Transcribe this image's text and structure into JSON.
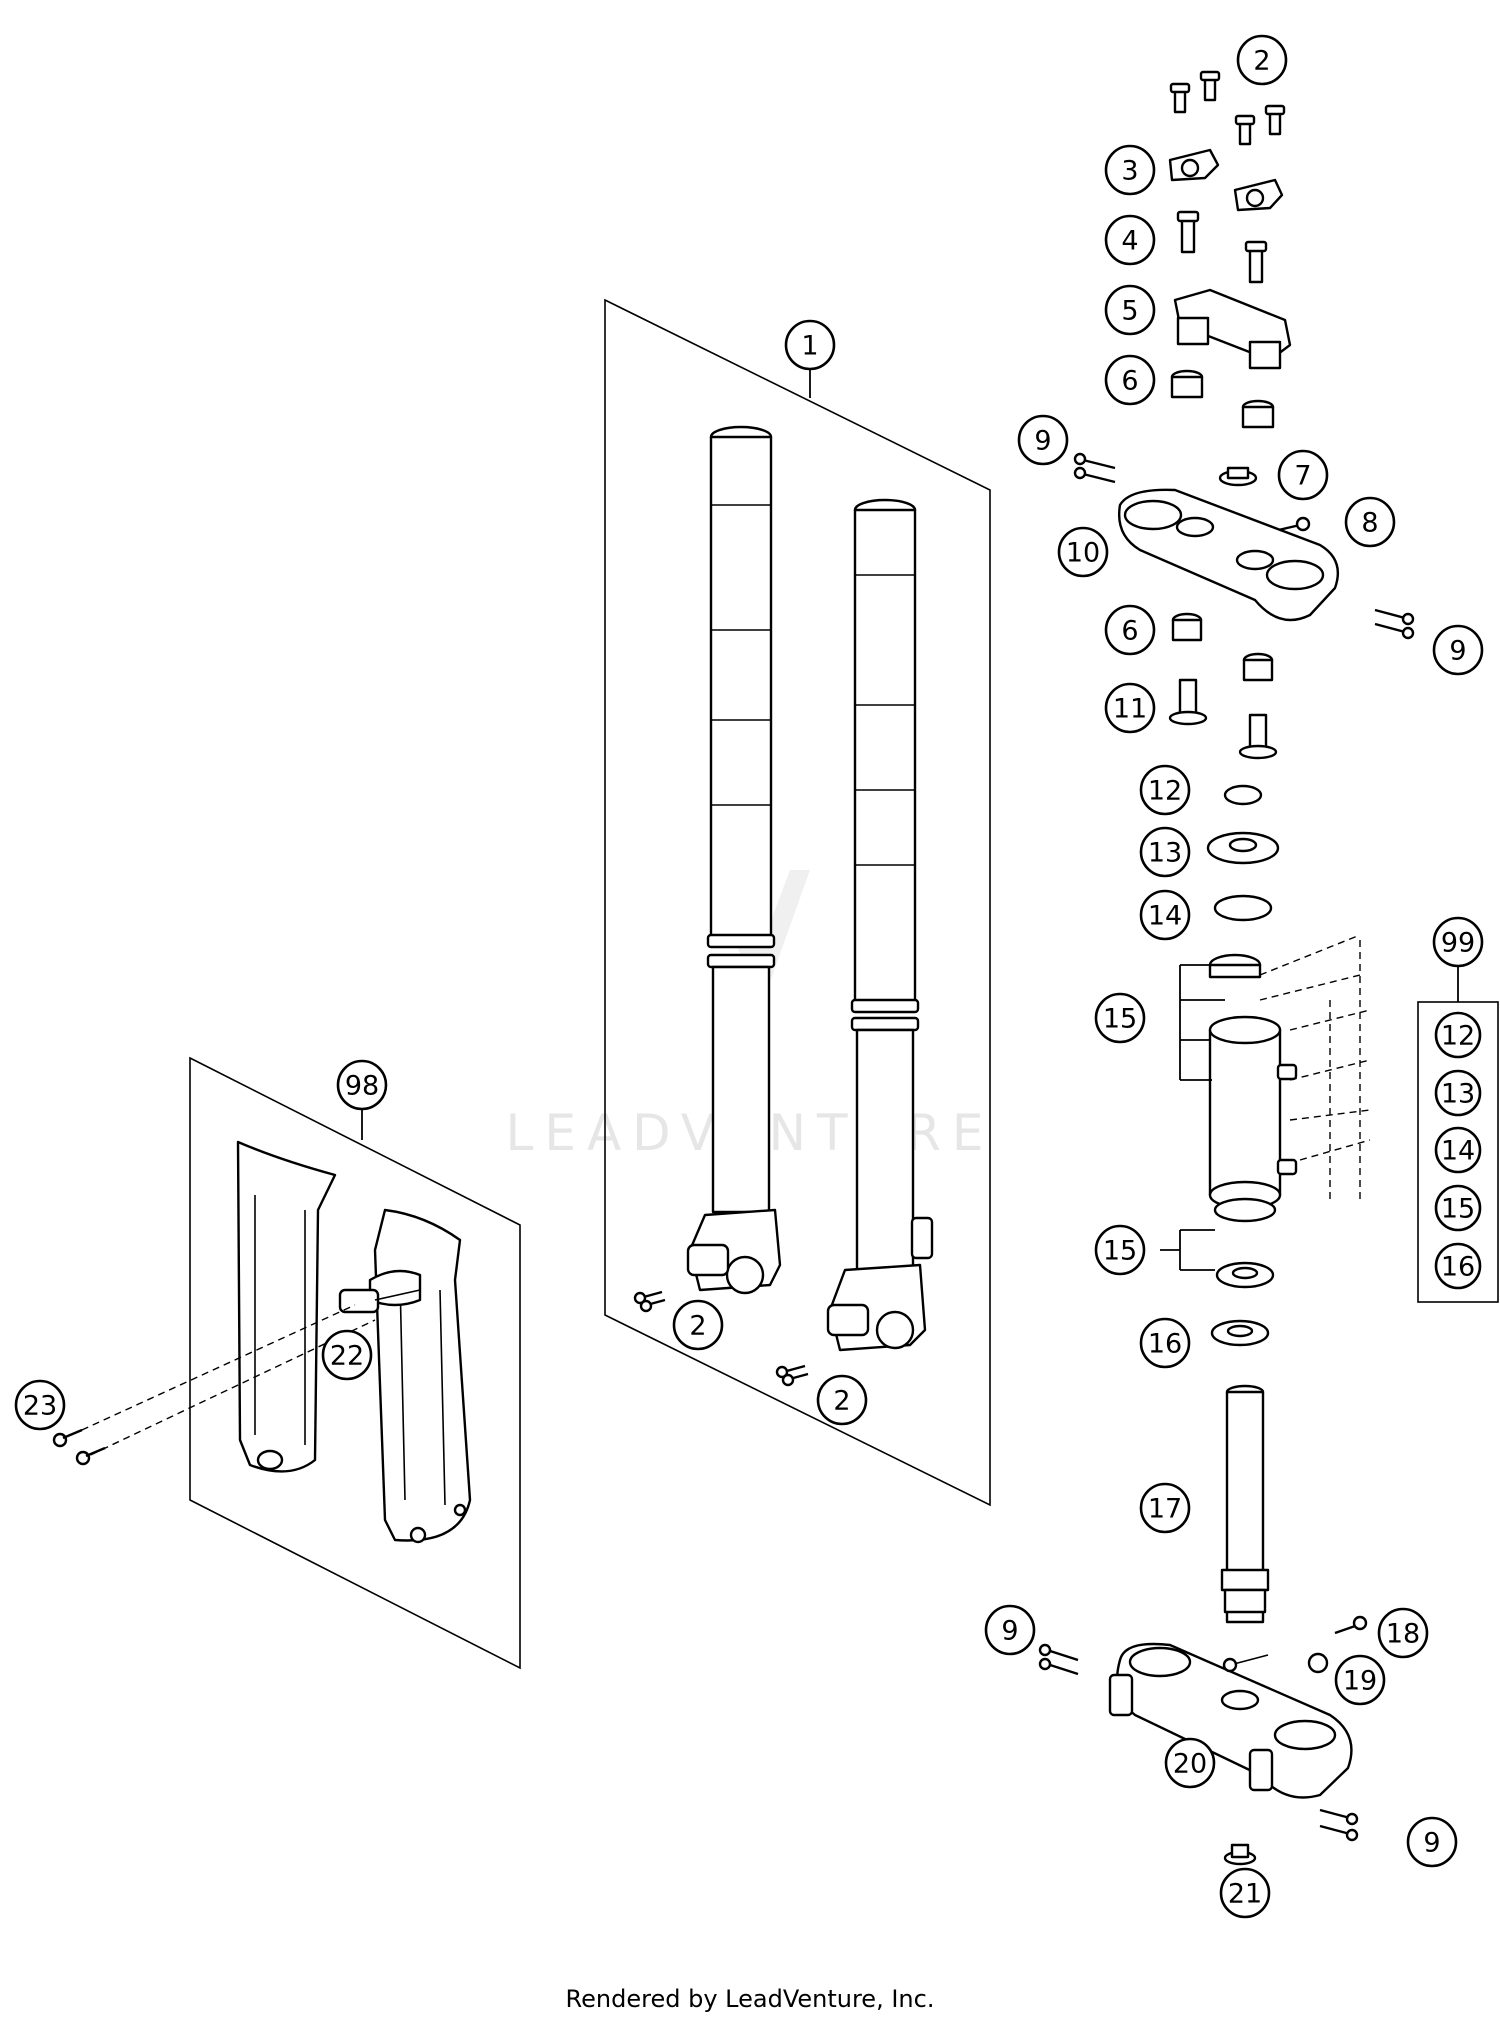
{
  "watermark": "LEADVENTURE",
  "footer": "Rendered by LeadVenture, Inc.",
  "callouts": [
    "1",
    "2",
    "3",
    "4",
    "5",
    "6",
    "7",
    "8",
    "9",
    "10",
    "11",
    "12",
    "13",
    "14",
    "15",
    "16",
    "17",
    "18",
    "19",
    "20",
    "21",
    "22",
    "23",
    "98",
    "99"
  ],
  "kit_99_items": [
    "12",
    "13",
    "14",
    "15",
    "16"
  ]
}
